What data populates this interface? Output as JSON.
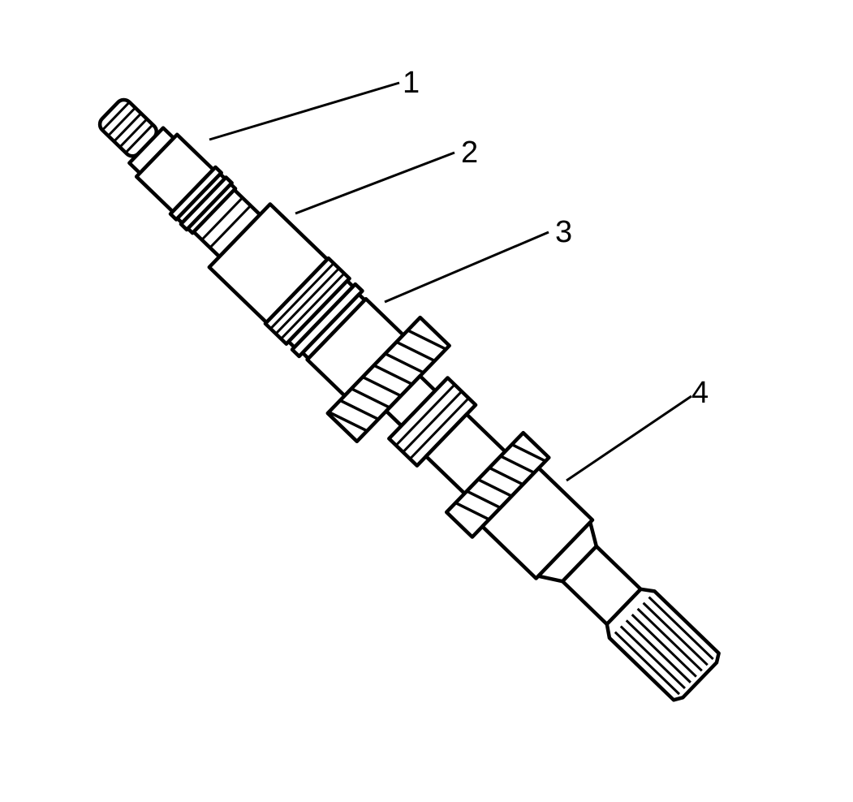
{
  "figure": {
    "callouts": [
      {
        "label": "1"
      },
      {
        "label": "2"
      },
      {
        "label": "3"
      },
      {
        "label": "4"
      }
    ]
  },
  "colors": {
    "ink": "#000000",
    "paper": "#ffffff"
  }
}
